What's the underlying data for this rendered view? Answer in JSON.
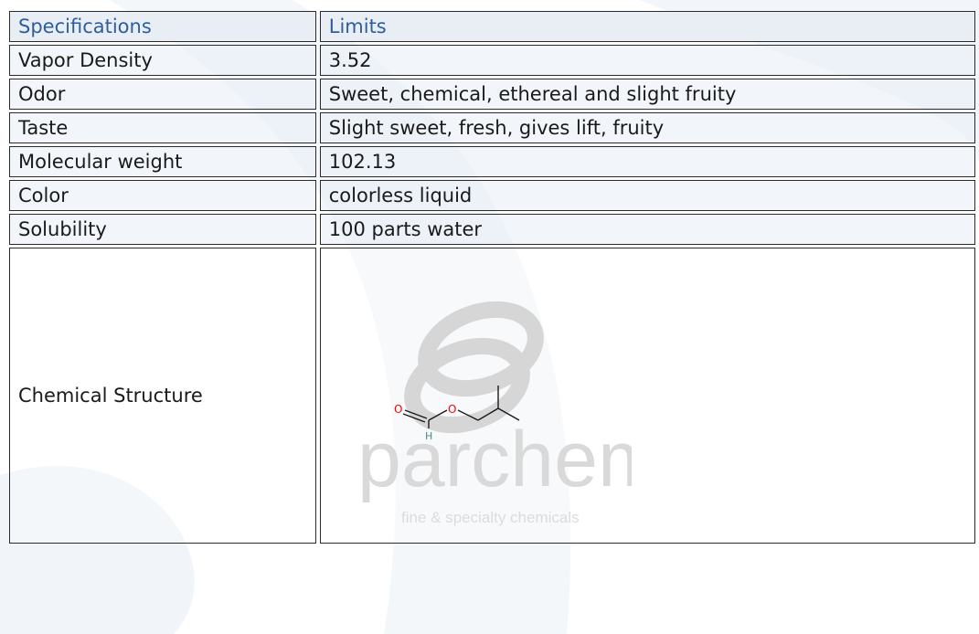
{
  "header": {
    "col1": "Specifications",
    "col2": "Limits"
  },
  "rows": [
    {
      "spec": "Vapor Density",
      "limit": "3.52"
    },
    {
      "spec": "Odor",
      "limit": "Sweet, chemical, ethereal and slight fruity"
    },
    {
      "spec": "Taste",
      "limit": "Slight sweet, fresh, gives lift, fruity"
    },
    {
      "spec": "Molecular weight",
      "limit": "102.13"
    },
    {
      "spec": "Color",
      "limit": "colorless liquid"
    },
    {
      "spec": "Solubility",
      "limit": "100 parts water"
    }
  ],
  "structure_row": {
    "spec": "Chemical Structure"
  },
  "molecule_atoms": {
    "oxygen_1": "O",
    "oxygen_2": "O",
    "hydrogen": "H"
  },
  "watermark": {
    "brand": "parchem",
    "tagline": "fine & specialty chemicals"
  },
  "colors": {
    "header_text": "#2e5d9f",
    "row_bg": "#e9eef5",
    "oxygen": "#ff0000",
    "hydrogen": "#4a8a8a"
  }
}
